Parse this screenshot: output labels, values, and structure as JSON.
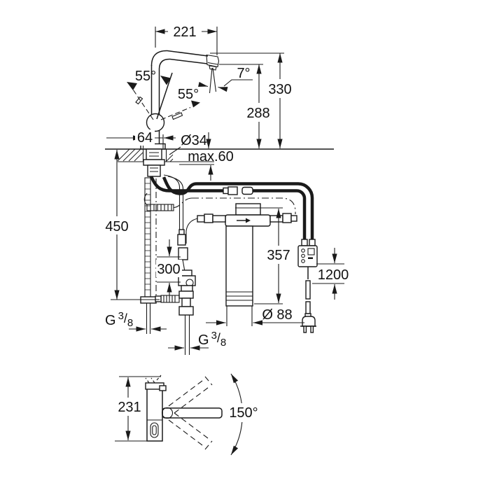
{
  "drawing": {
    "labels": {
      "spout_reach": "221",
      "total_height": "330",
      "spout_height": "288",
      "handle_angle_left": "55°",
      "handle_angle_right": "55°",
      "spout_tilt": "7°",
      "base_width": "64",
      "hole_diameter": "Ø34",
      "max_deck_thickness": "max.60",
      "supply_hose_length": "450",
      "connect_hose_length": "300",
      "filter_height": "357",
      "filter_diameter": "Ø 88",
      "cable_length": "1200",
      "side_view_height": "231",
      "swivel_angle": "150°"
    },
    "threads": {
      "left": {
        "prefix": "G",
        "sup": "3",
        "slash": "/",
        "sub": "8"
      },
      "bottom": {
        "prefix": "G",
        "sup": "3",
        "slash": "/",
        "sub": "8"
      }
    },
    "colors": {
      "line": "#1a1a1a",
      "background": "#ffffff"
    }
  }
}
